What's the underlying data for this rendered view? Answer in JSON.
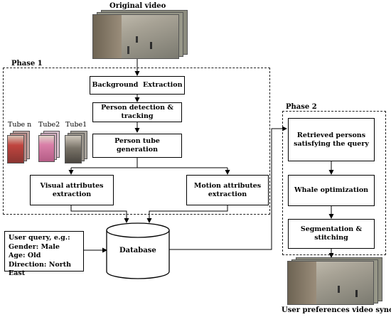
{
  "original_video_label": "Original video",
  "phase1_label": "Phase 1",
  "phase2_label": "Phase 2",
  "background_extraction": "Background  Extraction",
  "person_detection_l1": "Person detection &",
  "person_detection_l2": "tracking",
  "person_tube_l1": "Person tube",
  "person_tube_l2": "generation",
  "tubes": [
    "Tube n",
    "Tube2",
    "Tube1"
  ],
  "visual_l1": "Visual attributes",
  "visual_l2": "extraction",
  "motion_l1": "Motion attributes",
  "motion_l2": "extraction",
  "query_lines": [
    "User query, e.g.:",
    "Gender: Male",
    "Age: Old",
    "Direction: North East"
  ],
  "database": "Database",
  "retrieved_l1": "Retrieved persons",
  "retrieved_l2": "satisfying the query",
  "whale": "Whale optimization",
  "segmentation_l1": "Segmentation &",
  "segmentation_l2": "stitching",
  "output_label": "User preferences video synopsis"
}
